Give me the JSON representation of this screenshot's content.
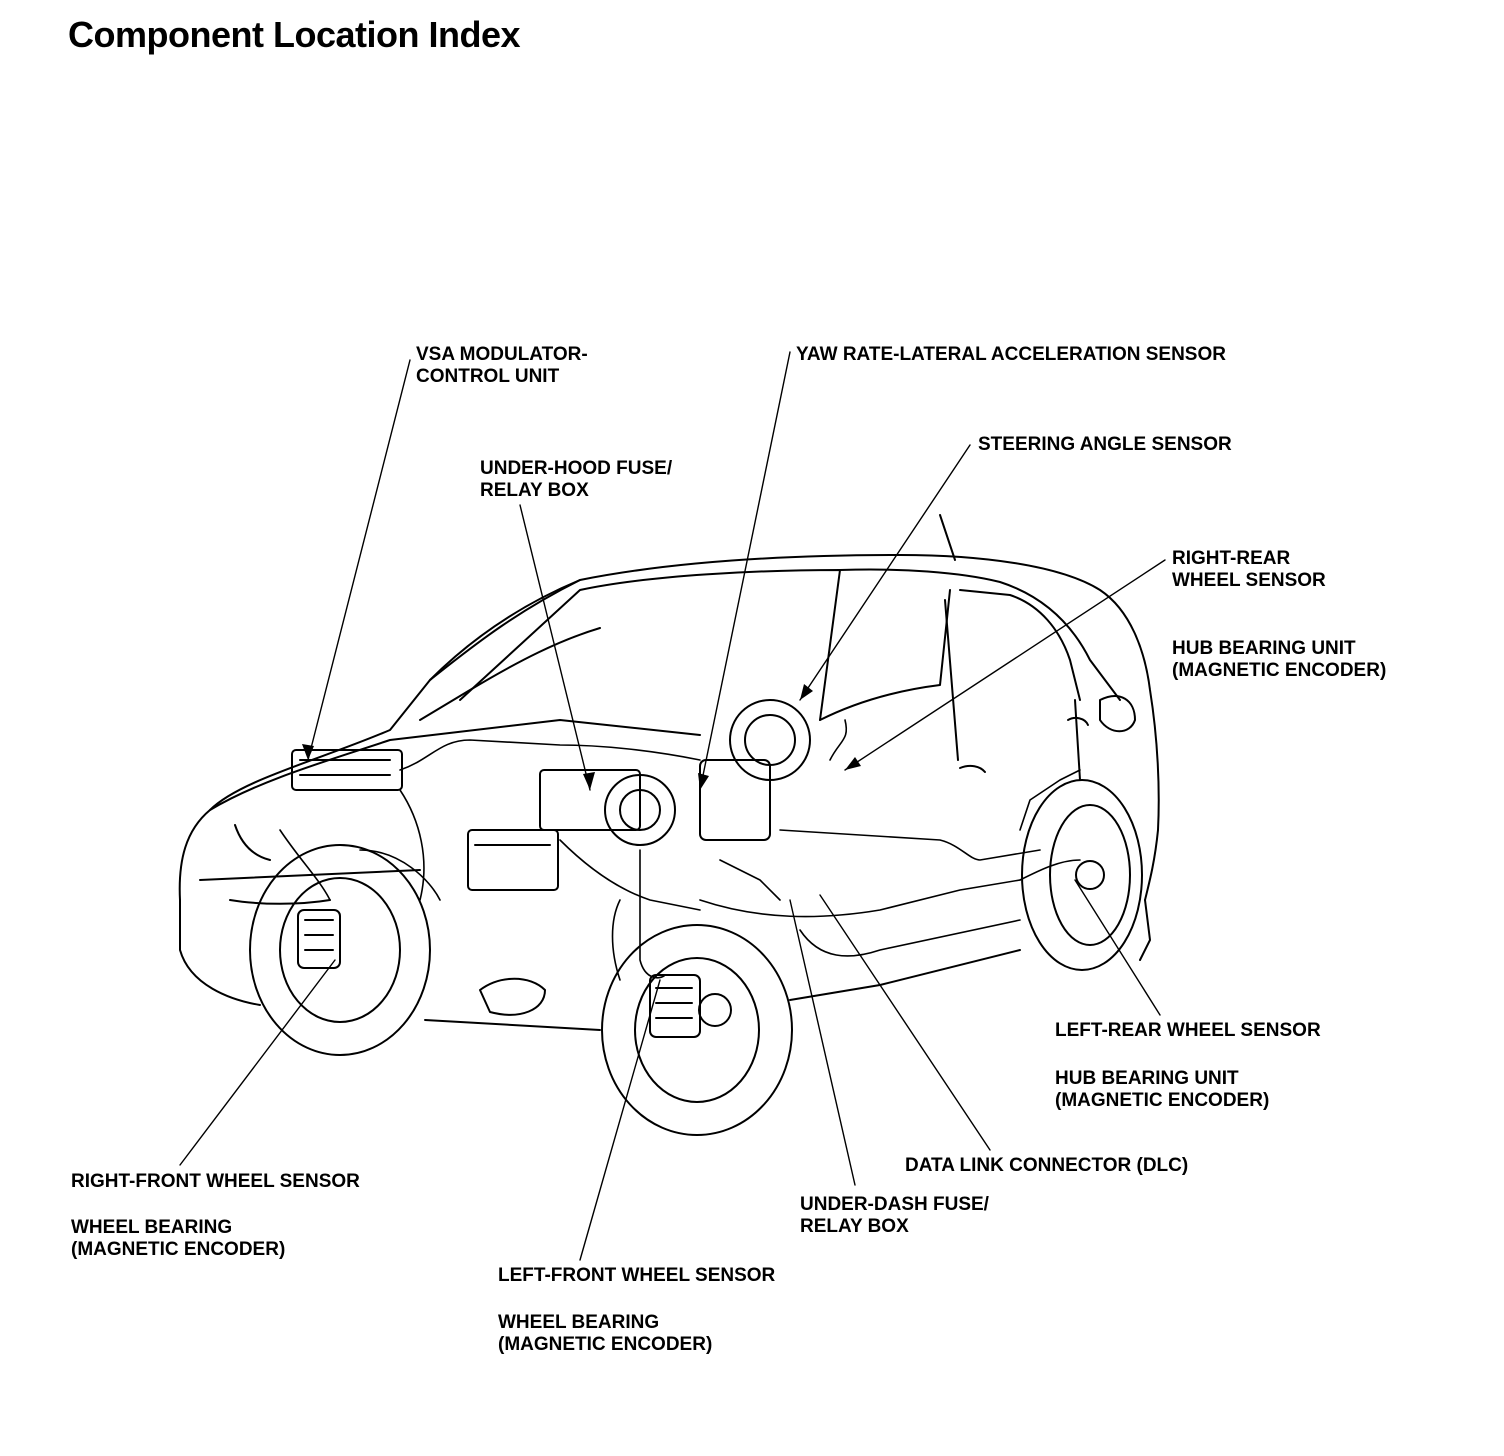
{
  "title": "Component Location Index",
  "labels": {
    "vsa_modulator": [
      "VSA MODULATOR-",
      "CONTROL UNIT"
    ],
    "yaw_rate": [
      "YAW RATE-LATERAL ACCELERATION SENSOR"
    ],
    "steering_angle": [
      "STEERING ANGLE SENSOR"
    ],
    "under_hood_fuse": [
      "UNDER-HOOD FUSE/",
      "RELAY BOX"
    ],
    "right_rear_sensor": [
      "RIGHT-REAR",
      "WHEEL SENSOR"
    ],
    "right_rear_hub": [
      "HUB BEARING UNIT",
      "(MAGNETIC ENCODER)"
    ],
    "left_rear_sensor": [
      "LEFT-REAR WHEEL SENSOR"
    ],
    "left_rear_hub": [
      "HUB BEARING UNIT",
      "(MAGNETIC ENCODER)"
    ],
    "dlc": [
      "DATA LINK CONNECTOR (DLC)"
    ],
    "under_dash_fuse": [
      "UNDER-DASH FUSE/",
      "RELAY BOX"
    ],
    "right_front_sensor": [
      "RIGHT-FRONT WHEEL SENSOR"
    ],
    "right_front_bearing": [
      "WHEEL BEARING",
      "(MAGNETIC ENCODER)"
    ],
    "left_front_sensor": [
      "LEFT-FRONT WHEEL SENSOR"
    ],
    "left_front_bearing": [
      "WHEEL BEARING",
      "(MAGNETIC ENCODER)"
    ]
  }
}
